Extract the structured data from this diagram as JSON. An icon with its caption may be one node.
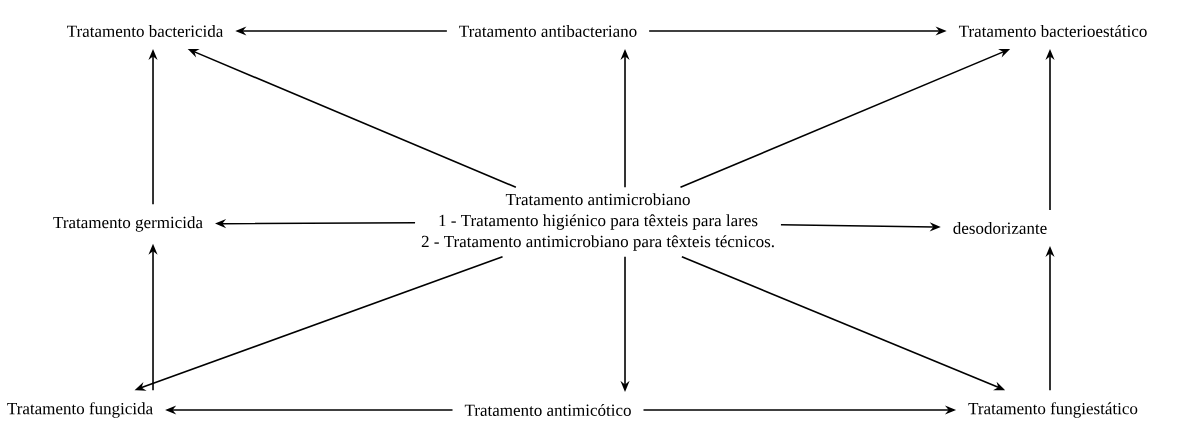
{
  "diagram": {
    "nodes": [
      {
        "text": [
          "Tratamento bactericida"
        ]
      },
      {
        "text": [
          "Tratamento antibacteriano"
        ]
      },
      {
        "text": [
          "Tratamento bacterioestático"
        ]
      },
      {
        "text": [
          "Tratamento germicida"
        ]
      },
      {
        "text": [
          "Tratamento antimicrobiano",
          "1 - Tratamento higiénico para têxteis para lares",
          "2 - Tratamento antimicrobiano para têxteis técnicos."
        ]
      },
      {
        "text": [
          "desodorizante"
        ]
      },
      {
        "text": [
          "Tratamento fungicida"
        ]
      },
      {
        "text": [
          "Tratamento antimicótico"
        ]
      },
      {
        "text": [
          "Tratamento fungiestático"
        ]
      }
    ],
    "edges": [
      {
        "from": 1,
        "to": 0,
        "arrow": "to"
      },
      {
        "from": 1,
        "to": 2,
        "arrow": "to"
      },
      {
        "from": 4,
        "to": 0,
        "arrow": "to"
      },
      {
        "from": 4,
        "to": 1,
        "arrow": "to"
      },
      {
        "from": 4,
        "to": 2,
        "arrow": "to"
      },
      {
        "from": 3,
        "to": 0,
        "arrow": "to"
      },
      {
        "from": 5,
        "to": 2,
        "arrow": "to"
      },
      {
        "from": 4,
        "to": 3,
        "arrow": "to"
      },
      {
        "from": 4,
        "to": 5,
        "arrow": "to"
      },
      {
        "from": 4,
        "to": 6,
        "arrow": "to"
      },
      {
        "from": 4,
        "to": 7,
        "arrow": "to"
      },
      {
        "from": 4,
        "to": 8,
        "arrow": "to"
      },
      {
        "from": 6,
        "to": 3,
        "arrow": "to"
      },
      {
        "from": 8,
        "to": 5,
        "arrow": "to"
      },
      {
        "from": 7,
        "to": 6,
        "arrow": "to"
      },
      {
        "from": 7,
        "to": 8,
        "arrow": "to"
      }
    ]
  }
}
